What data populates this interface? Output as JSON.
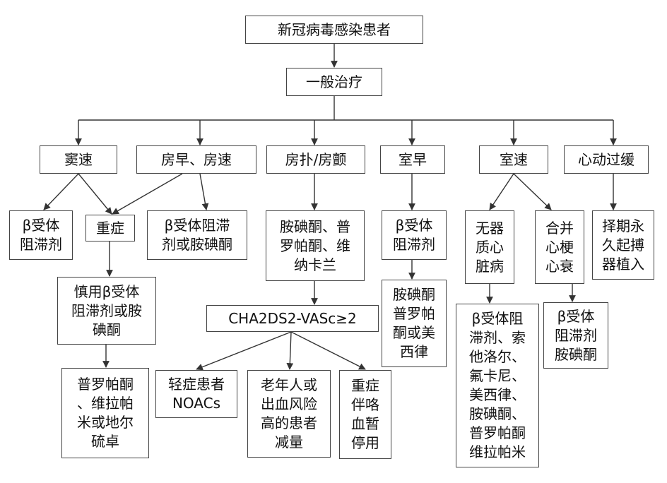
{
  "diagram": {
    "nodes": {
      "root": {
        "text": "新冠病毒感染患者"
      },
      "general": {
        "text": "一般治疗"
      },
      "sinus": {
        "text": "窦速"
      },
      "atrial_pb": {
        "text": "房早、房速"
      },
      "flutter": {
        "text": "房扑/房颤"
      },
      "vent_pb": {
        "text": "室早"
      },
      "vt": {
        "text": "室速"
      },
      "brady": {
        "text": "心动过缓"
      },
      "beta1": {
        "text": "β受体\n阻滞剂"
      },
      "severe": {
        "text": "重症"
      },
      "beta_amio": {
        "text": "β受体阻滞\n剂或胺碘酮"
      },
      "careful": {
        "text": "慎用β受体\n阻滞剂或胺\n碘酮"
      },
      "propa1": {
        "text": "普罗帕酮\n、维拉帕\n米或地尔\n硫卓"
      },
      "amio_list": {
        "text": "胺碘酮、普\n罗帕酮、维\n纳卡兰"
      },
      "cha": {
        "text": "CHA2DS2-VASc≥2"
      },
      "mild": {
        "text": "轻症患者\nNOACs"
      },
      "elderly": {
        "text": "老年人或\n出血风险\n高的患者\n减量"
      },
      "severe_stop": {
        "text": "重症\n伴咯\n血暂\n停用"
      },
      "beta_vpb": {
        "text": "β受体\n阻滞剂"
      },
      "amio_vpb": {
        "text": "胺碘酮\n普罗帕\n酮或美\n西律"
      },
      "no_organic": {
        "text": "无器\n质心\n脏病"
      },
      "combined": {
        "text": "合并\n心梗\n心衰"
      },
      "beta_vt_list": {
        "text": "β受体阻\n滞剂、索\n他洛尔、\n氟卡尼、\n美西律、\n胺碘酮、\n普罗帕酮\n维拉帕米"
      },
      "beta_amio2": {
        "text": "β受体\n阻滞剂\n胺碘酮"
      },
      "pacemaker": {
        "text": "择期永\n久起搏\n器植入"
      }
    }
  }
}
